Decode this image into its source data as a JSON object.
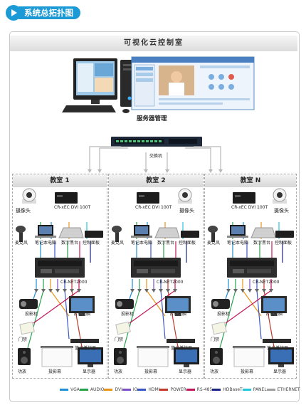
{
  "header": {
    "title": "系统总拓扑图"
  },
  "control": {
    "title": "可视化云控制室",
    "server_label": "服务器管理",
    "switch_label": "交换机"
  },
  "rooms": [
    {
      "title": "教室 1",
      "camera": "摄像头",
      "encoder": "CR-xEC DVI 100T",
      "mic": "麦克风",
      "laptop": "笔记本电脑",
      "desk": "数字黑台",
      "panel": "控制面板",
      "central": "CR-NET2000",
      "projector": "投影机",
      "desktop": "台式电脑",
      "door": "门禁",
      "bluray": "蓝光播放器",
      "speaker": "功放",
      "screen": "投影幕",
      "monitor": "显示器"
    },
    {
      "title": "教室 2",
      "camera": "摄像头",
      "encoder": "CR-xEC DVI 100T",
      "mic": "麦克风",
      "laptop": "笔记本电脑",
      "desk": "数字黑台",
      "panel": "控制面板",
      "central": "CR-NET2000",
      "projector": "投影机",
      "desktop": "台式电脑",
      "door": "门禁",
      "bluray": "蓝光播放器",
      "speaker": "功放",
      "screen": "投影幕",
      "monitor": "显示器"
    },
    {
      "title": "教室 N",
      "camera": "摄像头",
      "encoder": "CR-xEC DVI 100T",
      "mic": "麦克风",
      "laptop": "笔记本电脑",
      "desk": "数字黑台",
      "panel": "控制面板",
      "central": "CR-NET2000",
      "projector": "投影机",
      "desktop": "台式电脑",
      "door": "门禁",
      "bluray": "蓝光播放器",
      "speaker": "功放",
      "screen": "投影幕",
      "monitor": "显示器"
    }
  ],
  "legend": [
    {
      "label": "VGA",
      "color": "#1f8fd6"
    },
    {
      "label": "AUDIO",
      "color": "#27a04a"
    },
    {
      "label": "DVI",
      "color": "#e8941a"
    },
    {
      "label": "IO",
      "color": "#7c4fc2"
    },
    {
      "label": "HDMI",
      "color": "#3a55c8"
    },
    {
      "label": "POWER",
      "color": "#c0392b"
    },
    {
      "label": "RS-485",
      "color": "#c2185b"
    },
    {
      "label": "HDBaseT",
      "color": "#1a237e"
    },
    {
      "label": "PANEL",
      "color": "#26c6da"
    },
    {
      "label": "ETHERNET",
      "color": "#9e9e9e"
    }
  ]
}
